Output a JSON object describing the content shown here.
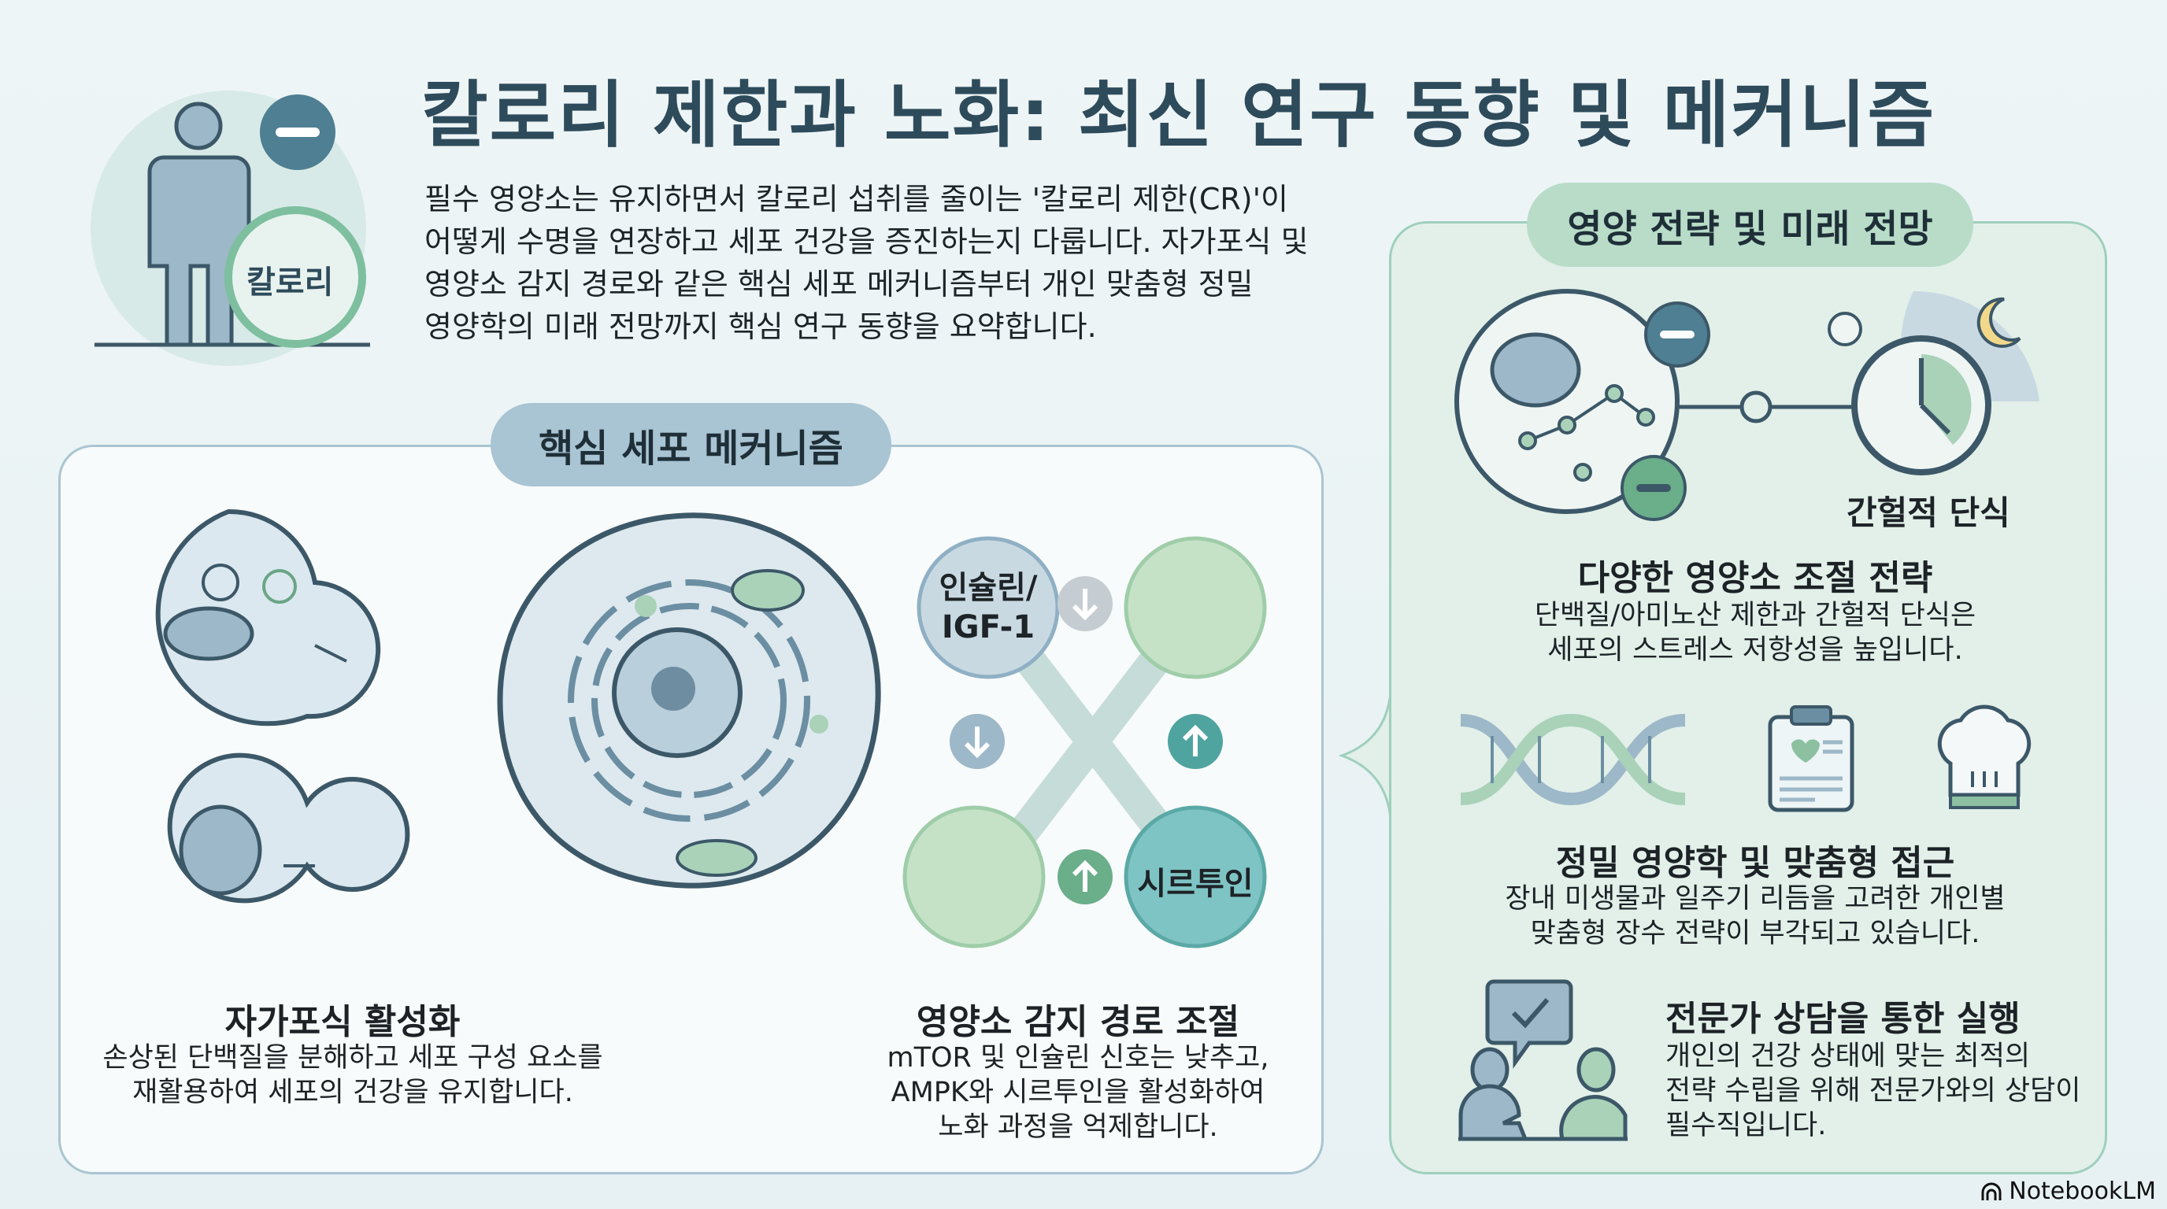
{
  "header": {
    "title": "칼로리 제한과 노화: 최신 연구 동향 및 메커니즘",
    "badge_label": "칼로리",
    "intro_lines": [
      "필수 영양소는 유지하면서 칼로리 섭취를 줄이는 '칼로리 제한(CR)'이",
      "어떻게 수명을 연장하고 세포 건강을 증진하는지 다룹니다. 자가포식 및",
      "영양소 감지 경로와 같은 핵심 세포 메커니즘부터 개인 맞춤형 정밀",
      "영양학의 미래 전망까지 핵심 연구 동향을 요약합니다."
    ]
  },
  "mechanisms": {
    "section_title": "핵심 세포 메커니즘",
    "autophagy": {
      "title": "자가포식 활성화",
      "desc": [
        "손상된 단백질을 분해하고 세포 구성 요소를",
        "재활용하여 세포의 건강을 유지합니다."
      ]
    },
    "pathway": {
      "insulin_label": [
        "인슐린/",
        "IGF-1"
      ],
      "sirtuin_label": "시르투인",
      "title": "영양소 감지 경로 조절",
      "desc": [
        "mTOR 및 인슐린 신호는 낮추고,",
        "AMPK와 시르투인을 활성화하여",
        "노화 과정을 억제합니다."
      ]
    }
  },
  "strategy": {
    "section_title": "영양 전략 및 미래 전망",
    "fasting_label": "간헐적 단식",
    "nutrient": {
      "title": "다양한 영양소 조절 전략",
      "desc": [
        "단백질/아미노산 제한과 간헐적 단식은",
        "세포의 스트레스 저항성을 높입니다."
      ]
    },
    "precision": {
      "title": "정밀 영양학 및 맞춤형 접근",
      "desc": [
        "장내 미생물과 일주기 리듬을 고려한 개인별",
        "맞춤형 장수 전략이 부각되고 있습니다."
      ]
    },
    "consult": {
      "title": "전문가 상담을 통한 실행",
      "desc": [
        "개인의 건강 상태에 맞는 최적의",
        "전략 수립을 위해 전문가와의 상담이",
        "필수직입니다."
      ]
    }
  },
  "footer": {
    "brand": "NotebookLM"
  },
  "colors": {
    "title": "#2e4b5b",
    "blue": "#8fb0c4",
    "green": "#a9d2b9",
    "teal": "#5aa9a6",
    "dark": "#2c4656"
  }
}
